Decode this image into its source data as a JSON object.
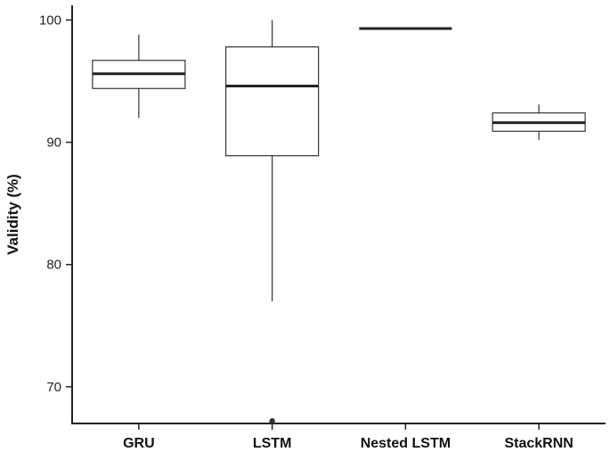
{
  "chart_data": {
    "type": "box",
    "title": "",
    "xlabel": "",
    "ylabel": "Validity (%)",
    "ylim": [
      67,
      101.2
    ],
    "yticks": [
      70,
      80,
      90,
      100
    ],
    "grid": false,
    "categories": [
      "GRU",
      "LSTM",
      "Nested LSTM",
      "StackRNN"
    ],
    "boxes": [
      {
        "category": "GRU",
        "whisker_low": 92.0,
        "q1": 94.4,
        "median": 95.6,
        "q3": 96.7,
        "whisker_high": 98.8,
        "outliers": []
      },
      {
        "category": "LSTM",
        "whisker_low": 77.0,
        "q1": 88.9,
        "median": 94.6,
        "q3": 97.8,
        "whisker_high": 100.0,
        "outliers": [
          67.2
        ]
      },
      {
        "category": "Nested LSTM",
        "whisker_low": 99.3,
        "q1": 99.3,
        "median": 99.3,
        "q3": 99.3,
        "whisker_high": 99.3,
        "outliers": []
      },
      {
        "category": "StackRNN",
        "whisker_low": 90.2,
        "q1": 90.9,
        "median": 91.6,
        "q3": 92.4,
        "whisker_high": 93.1,
        "outliers": []
      }
    ],
    "colors": {
      "box_fill": "#ffffff",
      "stroke": "#333333",
      "median": "#222222"
    }
  }
}
